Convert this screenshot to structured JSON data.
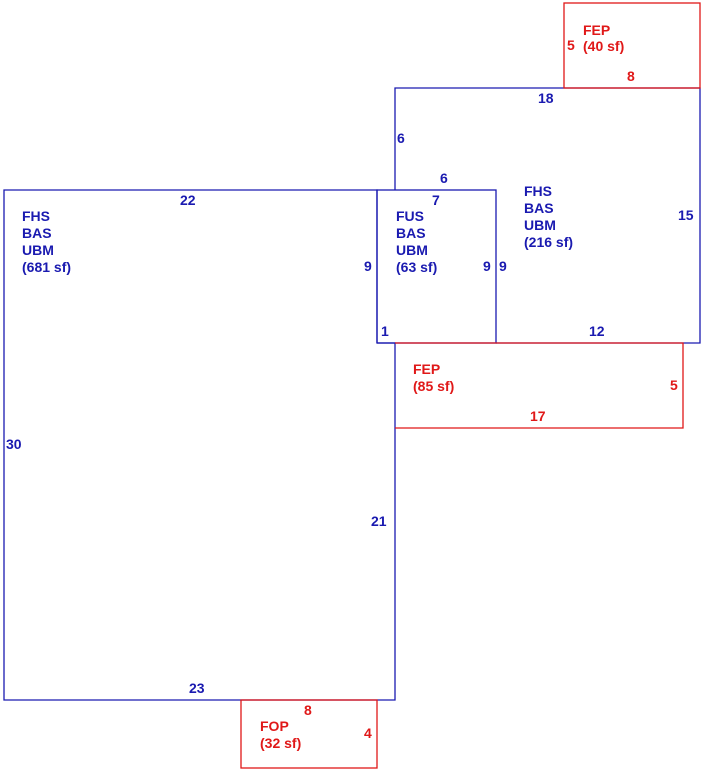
{
  "colors": {
    "living_area": "#1a1ab0",
    "porch_area": "#e01818",
    "background": "#ffffff"
  },
  "areas": {
    "main": {
      "codes": [
        "FHS",
        "BAS",
        "UBM"
      ],
      "area": "(681 sf)"
    },
    "center": {
      "codes": [
        "FUS",
        "BAS",
        "UBM"
      ],
      "area": "(63 sf)"
    },
    "right": {
      "codes": [
        "FHS",
        "BAS",
        "UBM"
      ],
      "area": "(216 sf)"
    },
    "fep_top": {
      "codes": [
        "FEP"
      ],
      "area": "(40 sf)"
    },
    "fep_mid": {
      "codes": [
        "FEP"
      ],
      "area": "(85 sf)"
    },
    "fop_bottom": {
      "codes": [
        "FOP"
      ],
      "area": "(32 sf)"
    }
  },
  "dimensions": {
    "main_top": "22",
    "main_left": "30",
    "main_bottom": "23",
    "main_right_lower": "21",
    "main_right_upper": "9",
    "main_step": "1",
    "center_top": "7",
    "center_right": "9",
    "right_inner": "9",
    "right_top": "18",
    "right_left": "6",
    "right_step": "6",
    "right_side": "15",
    "right_bottom": "12",
    "fep_top_left": "5",
    "fep_top_bottom": "8",
    "fep_mid_right": "5",
    "fep_mid_bottom": "17",
    "fop_top": "8",
    "fop_right": "4"
  }
}
